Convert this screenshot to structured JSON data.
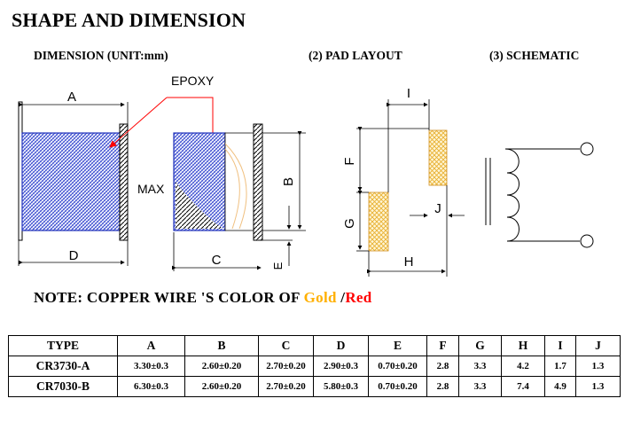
{
  "title": "SHAPE AND DIMENSION",
  "sections": {
    "dimension": "DIMENSION  (UNIT:mm)",
    "pad_layout": "(2) PAD LAYOUT",
    "schematic": "(3) SCHEMATIC"
  },
  "drawing_labels": {
    "epoxy": "EPOXY",
    "max": "MAX",
    "A": "A",
    "B": "B",
    "C": "C",
    "D": "D",
    "E": "E",
    "F": "F",
    "G": "G",
    "H": "H",
    "I": "I",
    "J": "J"
  },
  "colors": {
    "body_blue": "#3344cc",
    "pad_yellow": "#e8b030",
    "leader_red": "#ff0000",
    "note_gold": "#ffb000",
    "note_red": "#ff0000"
  },
  "note": {
    "prefix": "NOTE: COPPER  WIRE 'S  COLOR  OF  ",
    "gold": "Gold",
    "slash": " /",
    "red": "Red"
  },
  "table": {
    "headers": [
      "TYPE",
      "A",
      "B",
      "C",
      "D",
      "E",
      "F",
      "G",
      "H",
      "I",
      "J"
    ],
    "rows": [
      [
        "CR3730-A",
        "3.30±0.3",
        "2.60±0.20",
        "2.70±0.20",
        "2.90±0.3",
        "0.70±0.20",
        "2.8",
        "3.3",
        "4.2",
        "1.7",
        "1.3"
      ],
      [
        "CR7030-B",
        "6.30±0.3",
        "2.60±0.20",
        "2.70±0.20",
        "5.80±0.3",
        "0.70±0.20",
        "2.8",
        "3.3",
        "7.4",
        "4.9",
        "1.3"
      ]
    ]
  }
}
